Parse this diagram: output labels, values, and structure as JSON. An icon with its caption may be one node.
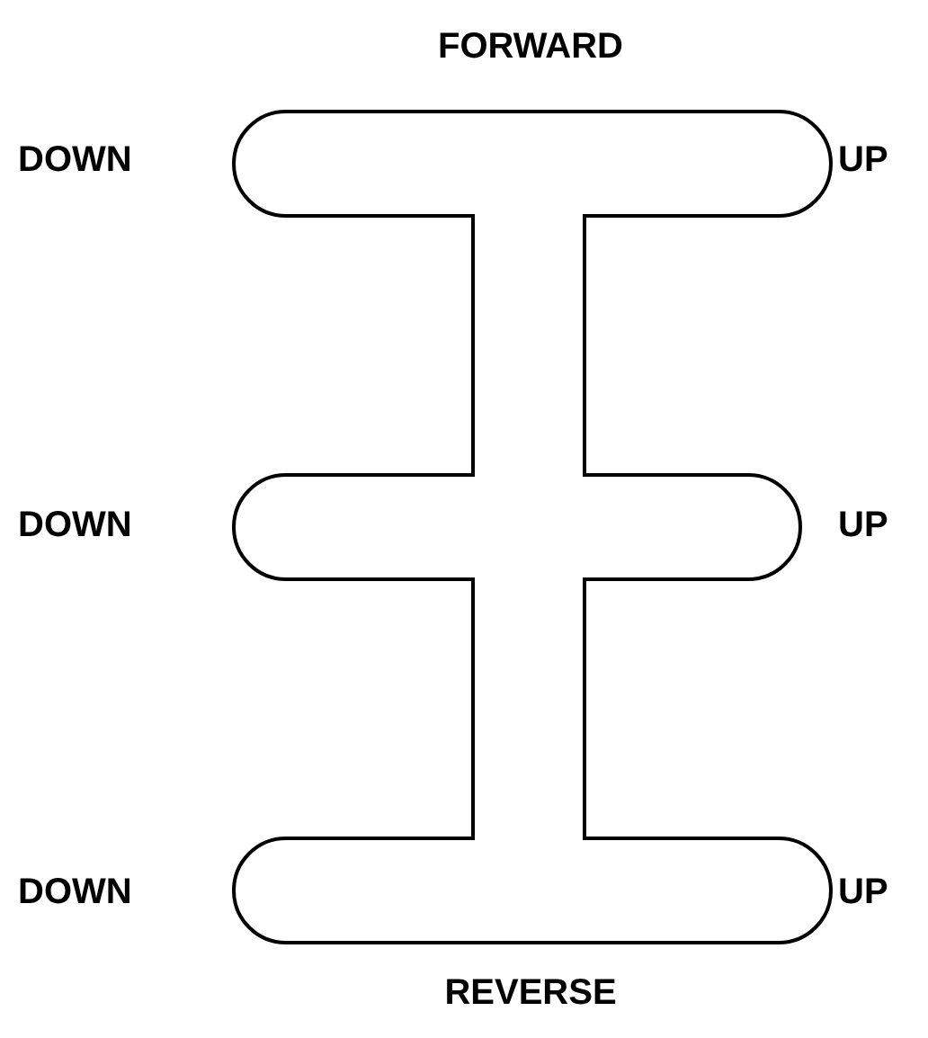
{
  "diagram": {
    "labels": [
      "FORWARD",
      "DOWN",
      "UP",
      "DOWN",
      "UP",
      "DOWN",
      "UP",
      "REVERSE"
    ]
  }
}
